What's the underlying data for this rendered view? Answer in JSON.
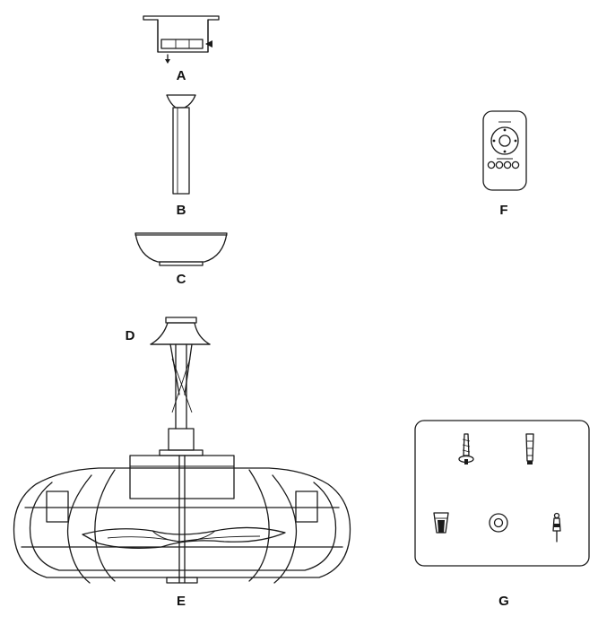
{
  "parts": {
    "a": {
      "label": "A"
    },
    "b": {
      "label": "B"
    },
    "c": {
      "label": "C"
    },
    "d": {
      "label": "D"
    },
    "e": {
      "label": "E"
    },
    "f": {
      "label": "F"
    },
    "g": {
      "label": "G"
    }
  },
  "icons": {
    "mounting_bracket": "mounting-bracket-icon",
    "downrod": "downrod-icon",
    "canopy": "canopy-icon",
    "canopy_cover": "canopy-cover-icon",
    "fan_body": "caged-fan-icon",
    "remote": "remote-control-icon",
    "screw": "screw-icon",
    "anchor": "wall-anchor-icon",
    "wire_nut": "wire-nut-icon",
    "washer": "washer-icon",
    "pin": "pin-icon"
  },
  "colors": {
    "line": "#1a1a1a",
    "background": "#ffffff"
  }
}
